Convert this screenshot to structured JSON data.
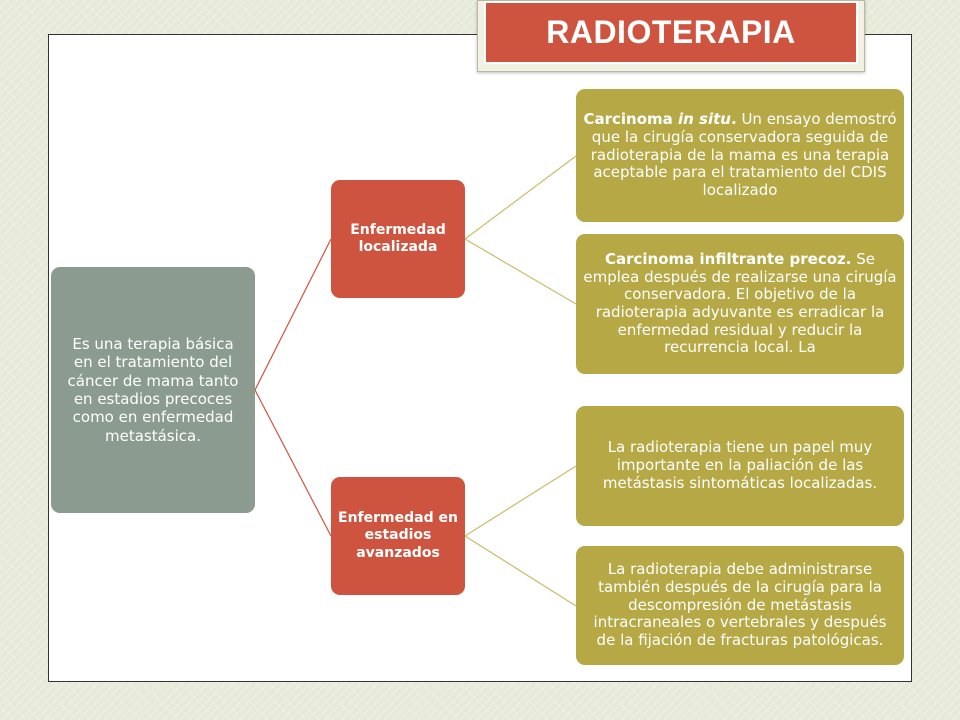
{
  "title": "RADIOTERAPIA",
  "colors": {
    "title_fill": "#cf5440",
    "root_fill": "#8b9b90",
    "branch_fill": "#cf5440",
    "leaf_fill": "#b5a845",
    "connector": "#cf5440",
    "leaf_connector": "#c9bd6a"
  },
  "diagram": {
    "root": "Es una terapia básica en el tratamiento del cáncer de mama tanto en estadios precoces como en enfermedad metastásica.",
    "branches": [
      {
        "label": "Enfermedad localizada",
        "leaves": [
          {
            "bold": "Carcinoma ",
            "italic": "in situ",
            "bold_tail": ".",
            "text": " Un ensayo demostró que la cirugía conservadora seguida de radioterapia de la mama es una terapia aceptable para el tratamiento del CDIS localizado"
          },
          {
            "bold": "Carcinoma infiltrante precoz.",
            "text": " Se emplea después de realizarse una cirugía conservadora. El objetivo de la radioterapia adyuvante es erradicar la enfermedad residual y reducir la recurrencia local. La"
          }
        ]
      },
      {
        "label": "Enfermedad en estadios avanzados",
        "leaves": [
          {
            "text": "La radioterapia tiene un papel muy importante en la paliación de las metástasis sintomáticas localizadas."
          },
          {
            "text": "La radioterapia debe administrarse también después de la cirugía para la descompresión de metástasis intracraneales o vertebrales y después de la fijación de fracturas patológicas."
          }
        ]
      }
    ]
  }
}
